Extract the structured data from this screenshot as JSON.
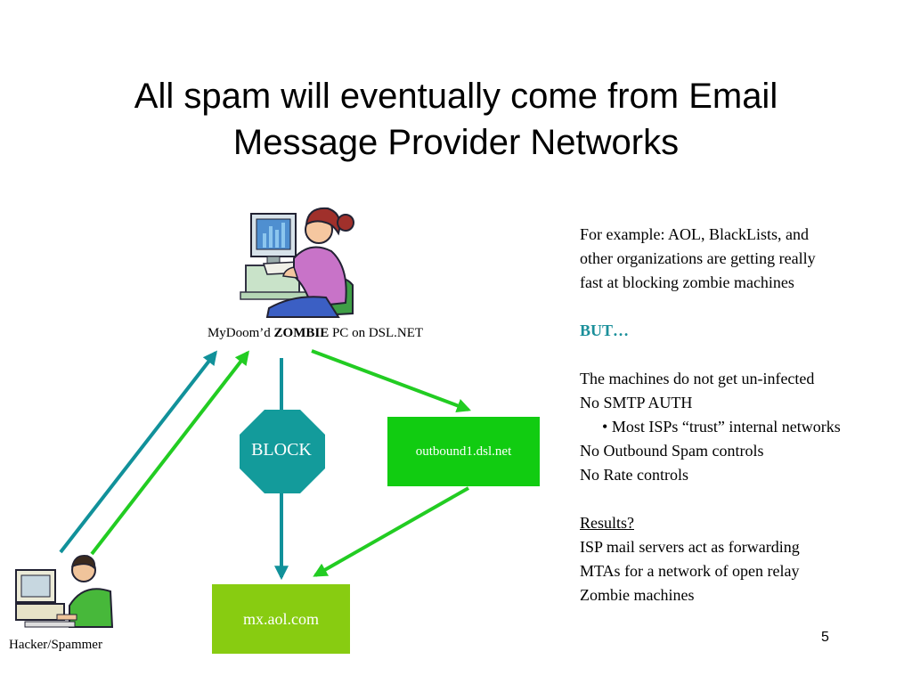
{
  "slide": {
    "title_line1": "All spam will eventually come from Email",
    "title_line2": "Message Provider Networks",
    "page_number": "5"
  },
  "diagram": {
    "zombie_label_prefix": "MyDoom’d ",
    "zombie_label_bold": "ZOMBIE",
    "zombie_label_suffix": " PC on DSL.NET",
    "hacker_label": "Hacker/Spammer",
    "block_label": "BLOCK",
    "outbound_label": "outbound1.dsl.net",
    "mx_label": "mx.aol.com",
    "colors": {
      "teal_arrow": "#11919a",
      "green_arrow": "#22cc22",
      "block_fill": "#139b9b",
      "outbound_fill": "#11cc11",
      "mx_fill": "#88cc11"
    }
  },
  "text_panel": {
    "line1": "For example: AOL, BlackLists, and",
    "line2": "other organizations are getting really",
    "line3": "fast at blocking zombie machines",
    "but": "BUT…",
    "line4": "The machines do  not get un-infected",
    "line5": "No SMTP AUTH",
    "bullet": "Most ISPs “trust” internal networks",
    "line6": "No Outbound Spam controls",
    "line7": "No Rate controls",
    "results_heading": "Results?",
    "line8": "ISP mail servers act as forwarding",
    "line9": "MTAs for a network of open relay",
    "line10": "Zombie machines"
  }
}
